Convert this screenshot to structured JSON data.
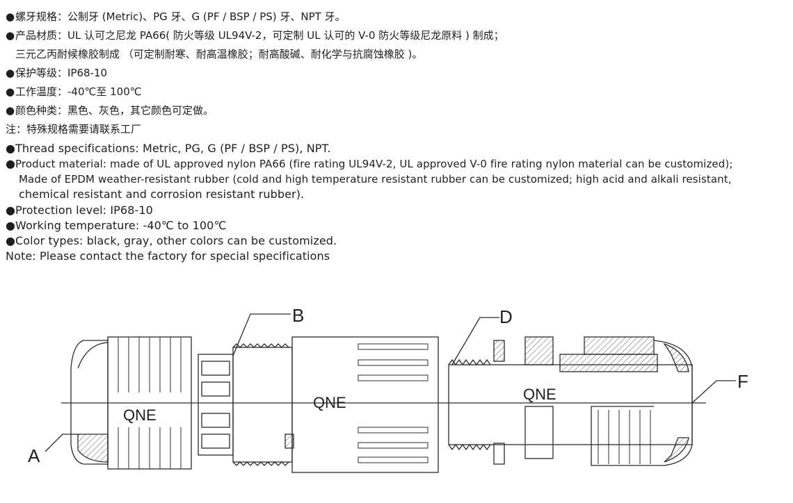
{
  "spec_zh": [
    {
      "bullet": "●",
      "text": "螺牙规格：公制牙 (Metric)、PG 牙、G (PF / BSP / PS) 牙、NPT 牙。"
    },
    {
      "bullet": "●",
      "text": "产品材质：UL 认可之尼龙 PA66( 防火等级 UL94V-2，可定制 UL 认可的 V-0 防火等级尼龙原料 ) 制成；"
    },
    {
      "bullet": "",
      "text": "三元乙丙耐候橡胶制成 （可定制耐寒、耐高温橡胶；耐高酸碱、耐化学与抗腐蚀橡胶 )。"
    },
    {
      "bullet": "●",
      "text": "保护等级：IP68-10"
    },
    {
      "bullet": "●",
      "text": "工作温度：-40℃至 100℃"
    },
    {
      "bullet": "●",
      "text": "颜色种类：黑色、灰色，其它颜色可定做。"
    },
    {
      "bullet": "",
      "text": "注：特殊规格需要请联系工厂"
    }
  ],
  "spec_en": [
    {
      "bullet": "●",
      "text": "Thread specifications: Metric, PG, G (PF / BSP / PS), NPT."
    },
    {
      "bullet": "●",
      "text": "Product material: made of UL approved nylon PA66 (fire rating UL94V-2, UL approved V-0 fire rating nylon material can be customized);"
    },
    {
      "bullet": "",
      "text": "Made of EPDM weather-resistant rubber (cold and high temperature resistant rubber can be customized; high acid and alkali resistant,"
    },
    {
      "bullet": "",
      "text": "chemical resistant and corrosion resistant rubber)."
    },
    {
      "bullet": "●",
      "text": "Protection level: IP68-10"
    },
    {
      "bullet": "●",
      "text": "Working temperature: -40℃ to 100℃"
    },
    {
      "bullet": "●",
      "text": "Color types: black, gray, other colors can be customized."
    },
    {
      "bullet": "",
      "text": "Note: Please contact the factory for special specifications"
    }
  ],
  "drawing": {
    "labels": {
      "a": "A",
      "b": "B",
      "d": "D",
      "f": "F"
    },
    "brand_left": "QNE",
    "brand_middle": "QNE",
    "brand_right": "QNE"
  },
  "colors": {
    "text": "#1e1e1e",
    "line": "#2a2a2a",
    "hatch": "#555555"
  }
}
